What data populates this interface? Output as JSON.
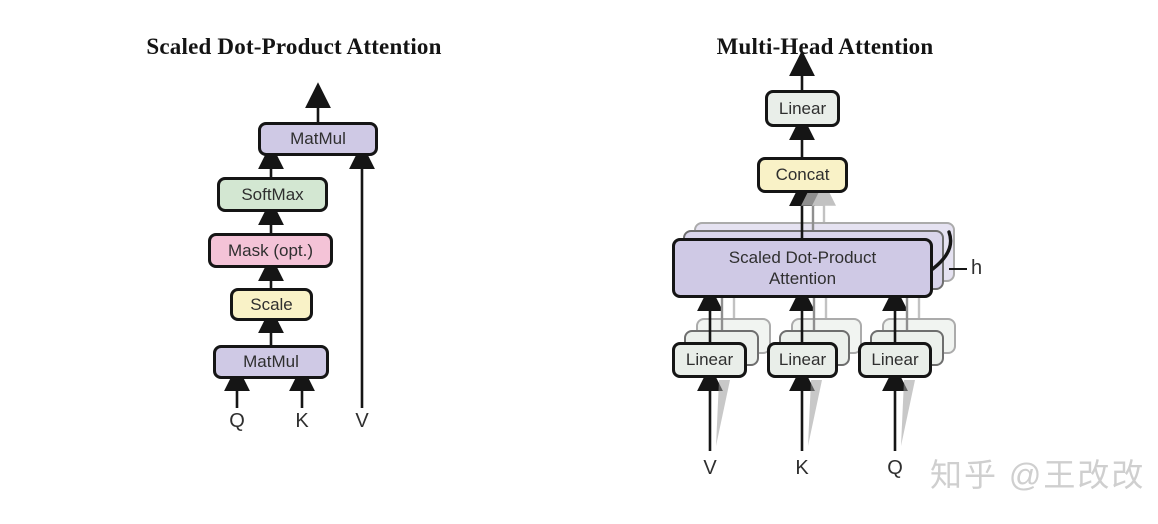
{
  "sdpa": {
    "title": "Scaled Dot-Product Attention",
    "boxes": {
      "matmul_top": "MatMul",
      "softmax": "SoftMax",
      "mask": "Mask (opt.)",
      "scale": "Scale",
      "matmul_bottom": "MatMul"
    },
    "inputs": {
      "q": "Q",
      "k": "K",
      "v": "V"
    }
  },
  "mha": {
    "title": "Multi-Head Attention",
    "boxes": {
      "linear_top": "Linear",
      "concat": "Concat",
      "attention_line1": "Scaled Dot-Product",
      "attention_line2": "Attention",
      "linear_v": "Linear",
      "linear_k": "Linear",
      "linear_q": "Linear"
    },
    "heads_label": "h",
    "inputs": {
      "v": "V",
      "k": "K",
      "q": "Q"
    }
  },
  "watermark": {
    "text": "知乎 @王改改"
  },
  "colors": {
    "box_purple": "#cfc9e5",
    "box_green": "#d3e7d2",
    "box_pink": "#f4c3d7",
    "box_yellow": "#f9f2c7",
    "box_gray": "#e9eee9",
    "border": "#151515",
    "ghost_border_near": "#6e6e6e",
    "ghost_border_far": "#ababab",
    "arrow_black": "#151515",
    "arrow_gray": "#8f8f8f",
    "arrow_light_gray": "#c2c2c2",
    "watermark_gray": "#cfcfcf"
  }
}
